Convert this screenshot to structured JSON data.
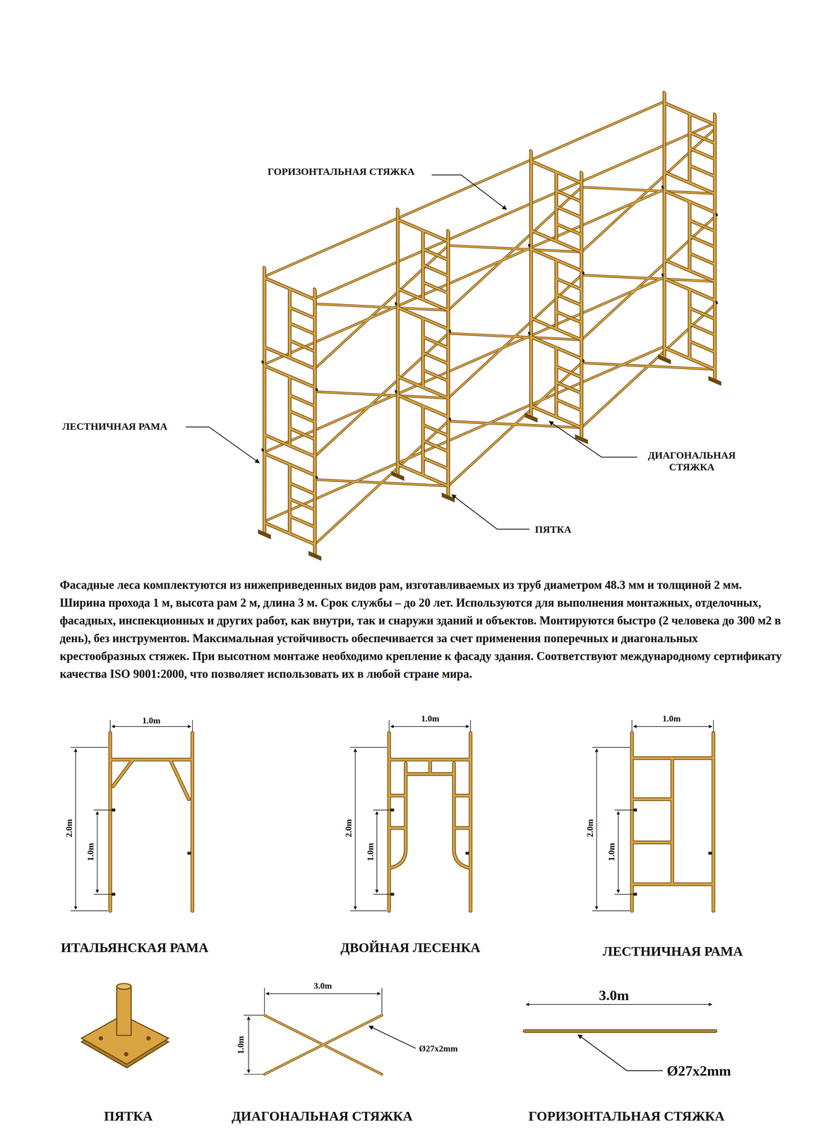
{
  "diagram": {
    "labels": [
      "ГОРИЗОНТАЛЬНАЯ СТЯЖКА",
      "ЛЕСТНИЧНАЯ РАМА",
      "ДИАГОНАЛЬНАЯ СТЯЖКА",
      "ПЯТКА",
      "Фасадные леса комплектуются из нижеприведенных видов рам, изготавливаемых из труб диаметром 48.3 мм и толщиной 2 мм. Ширина прохода 1 м, высота рам 2 м, длина 3 м. Срок службы – до 20 лет. Используются для выполнения монтажных, отделочных, фасадных, инспекционных и других работ, как внутри, так и снаружи зданий и объектов. Монтируются быстро (2 человека до 300 м2 в день), без инструментов. Максимальная устойчивость обеспечивается за счет применения поперечных и диагональных крестообразных стяжек. При высотном монтаже необходимо крепление к фасаду здания. Соответствуют международному сертификату качества ISO 9001:2000, что позволяет использовать их в любой стране мира.",
      "1.0m",
      "2.0m",
      "1.0m",
      "ИТАЛЬЯНСКАЯ РАМА",
      "1.0m",
      "2.0m",
      "1.0m",
      "ДВОЙНАЯ ЛЕСЕНКА",
      "1.0m",
      "2.0m",
      "1.0m",
      "ЛЕСТНИЧНАЯ РАМА",
      "ПЯТКА",
      "3.0m",
      "1.0m",
      "Ø27x2mm",
      "ДИАГОНАЛЬНАЯ СТЯЖКА",
      "3.0m",
      "Ø27x2mm",
      "ГОРИЗОНТАЛЬНАЯ СТЯЖКА"
    ]
  }
}
